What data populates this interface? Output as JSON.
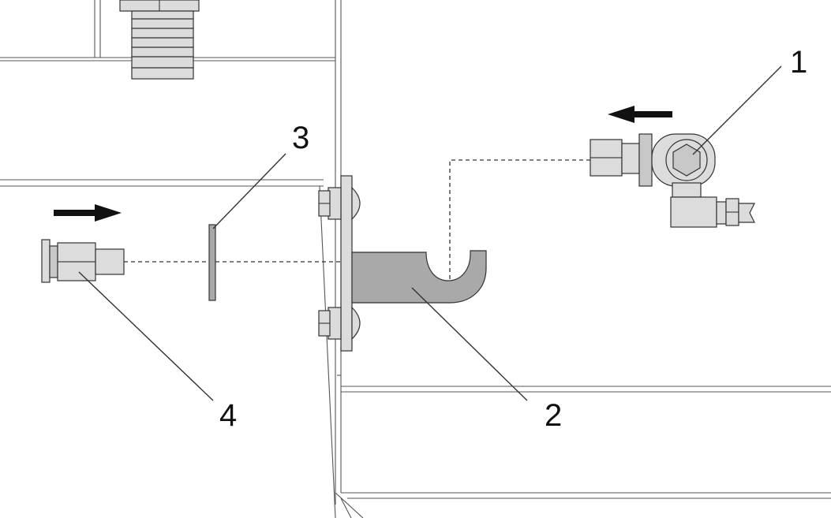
{
  "callouts": {
    "c1": "1",
    "c2": "2",
    "c3": "3",
    "c4": "4"
  },
  "colors": {
    "bracket": "#a9a9a9",
    "fitting": "#d4d4d4",
    "arrow": "#111111"
  }
}
